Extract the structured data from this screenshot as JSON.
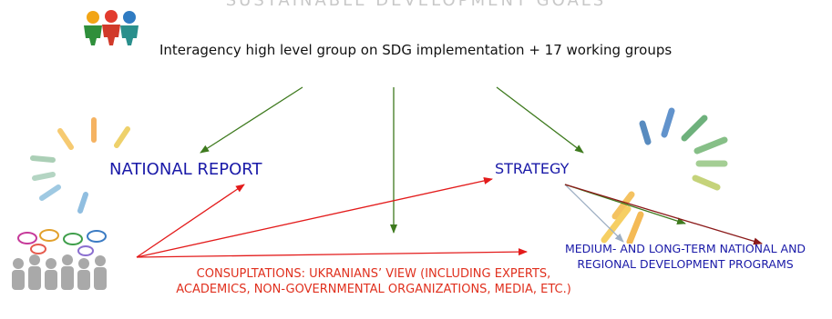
{
  "header": {
    "title": "SUSTAINABLE DEVELOPMENT GOALS"
  },
  "nodes": {
    "group": "Interagency high level group on SDG implementation + 17 working groups",
    "national_report": "NATIONAL REPORT",
    "strategy": "STRATEGY",
    "programs": "MEDIUM- AND LONG-TERM NATIONAL AND REGIONAL DEVELOPMENT PROGRAMS",
    "consultations": "CONSUPLTATIONS: UKRANIANS’ VIEW (INCLUDING EXPERTS, ACADEMICS, NON-GOVERNMENTAL ORGANIZATIONS, MEDIA, ETC.)"
  },
  "colors": {
    "green_arrow": "#3e7a1e",
    "red_arrow": "#e31b1b",
    "dark_red_arrow": "#8b1a1a",
    "grey_arrow": "#9fb0c4",
    "node_text": "#1a1aa8",
    "consult_text": "#e0301e"
  },
  "icons": {
    "team": "team-people-icon",
    "burst_left": "sunburst-icon",
    "burst_right": "sunburst-icon",
    "crowd": "crowd-speech-icon"
  }
}
